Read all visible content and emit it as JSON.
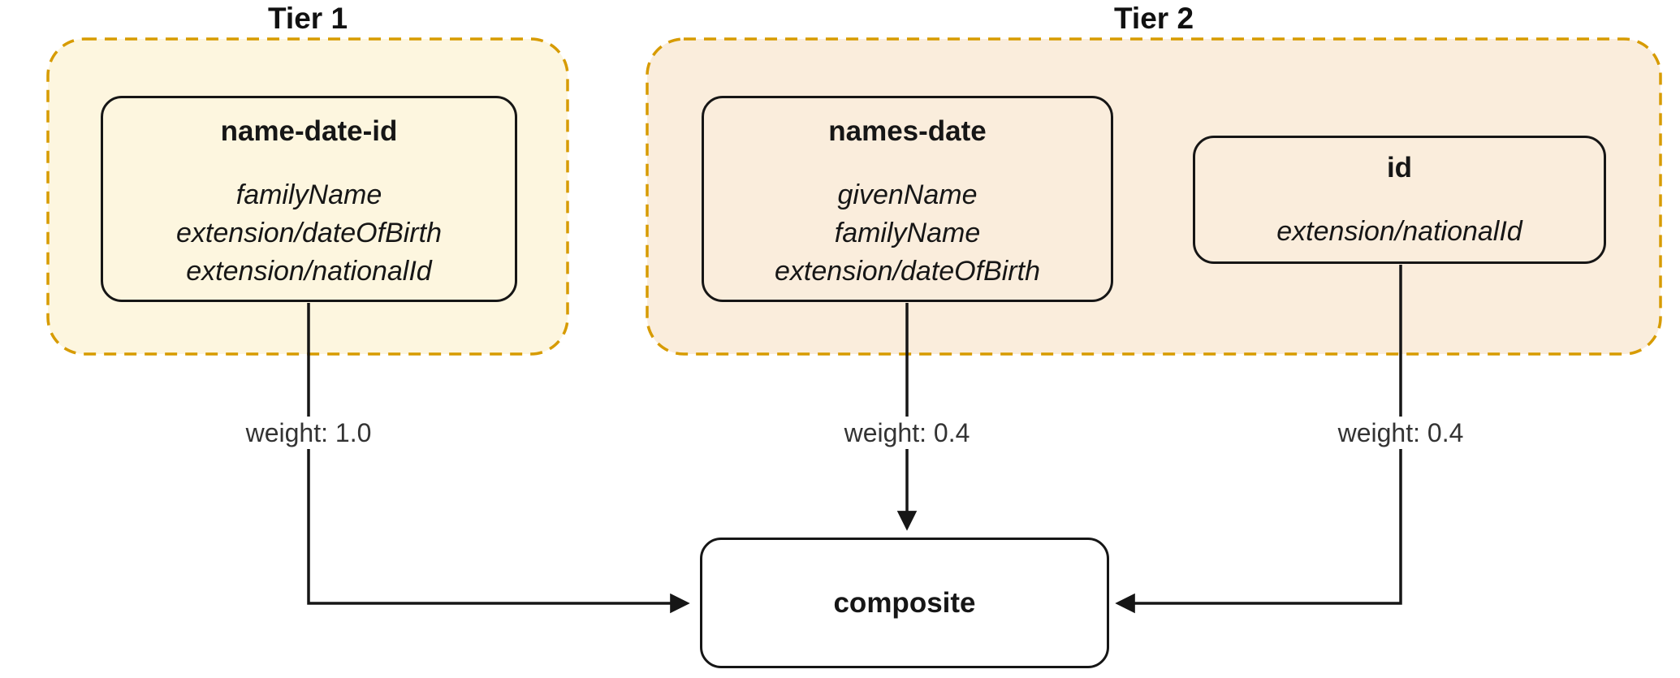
{
  "diagram": {
    "type": "flowchart",
    "clusters": [
      {
        "label": "Tier 1"
      },
      {
        "label": "Tier 2"
      }
    ],
    "nodes": [
      {
        "title": "name-date-id",
        "attributes": [
          "familyName",
          "extension/dateOfBirth",
          "extension/nationalId"
        ],
        "cluster": "Tier 1"
      },
      {
        "title": "names-date",
        "attributes": [
          "givenName",
          "familyName",
          "extension/dateOfBirth"
        ],
        "cluster": "Tier 2"
      },
      {
        "title": "id",
        "attributes": [
          "extension/nationalId"
        ],
        "cluster": "Tier 2"
      },
      {
        "title": "composite",
        "attributes": [],
        "cluster": null
      }
    ],
    "edges": [
      {
        "from": "name-date-id",
        "to": "composite",
        "label": "weight: 1.0"
      },
      {
        "from": "names-date",
        "to": "composite",
        "label": "weight: 0.4"
      },
      {
        "from": "id",
        "to": "composite",
        "label": "weight: 0.4"
      }
    ],
    "colors": {
      "canvas": "#FFFFFF",
      "tier1-fill": "#FDF6DF",
      "tier2-fill": "#FAEDDC",
      "cluster-border": "#D79B00",
      "node-border": "#161616",
      "edge-stroke": "#161616",
      "edge-label-text": "#333333",
      "composite-fill": "#FFFFFF"
    }
  }
}
